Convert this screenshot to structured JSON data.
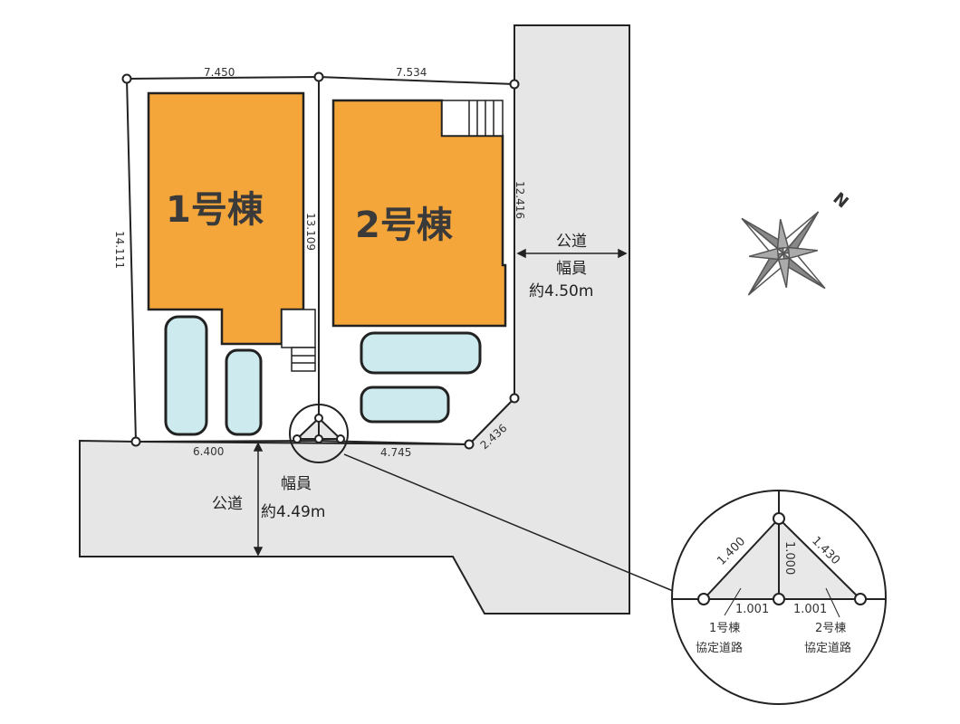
{
  "buildings": [
    {
      "label": "1号棟"
    },
    {
      "label": "2号棟"
    }
  ],
  "dimensions": {
    "lot1_top": "7.450",
    "lot2_top": "7.534",
    "lot1_left": "14.111",
    "lot_middle": "13.109",
    "lot2_right": "12.416",
    "lot1_front": "6.400",
    "lot2_front": "4.745",
    "corner_cut": "2.436"
  },
  "roads": {
    "east": {
      "label": "公道",
      "width_label": "幅員",
      "width": "約4.50m"
    },
    "south": {
      "label": "公道",
      "width_label": "幅員",
      "width": "約4.49m"
    }
  },
  "detail": {
    "left_diag": "1.400",
    "right_diag": "1.430",
    "center": "1.000",
    "left_base": "1.001",
    "right_base": "1.001",
    "left_label1": "1号棟",
    "left_label2": "協定道路",
    "right_label1": "2号棟",
    "right_label2": "協定道路"
  },
  "compass": {
    "north": "N"
  },
  "colors": {
    "house": "#F4A63A",
    "road": "#E6E6E6",
    "car": "#CDEBEE"
  }
}
